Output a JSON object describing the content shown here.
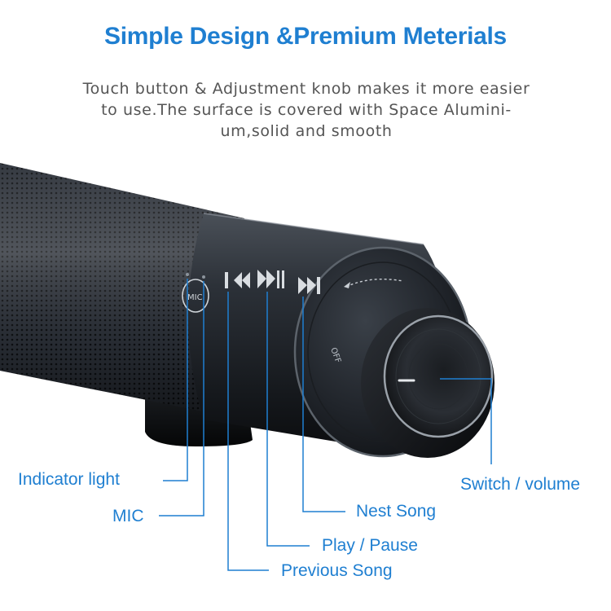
{
  "header": {
    "title": "Simple Design &Premium Meterials",
    "description": [
      "Touch button & Adjustment knob makes it more easier",
      "to use.The surface is covered with Space Alumini-",
      "um,solid and smooth"
    ]
  },
  "device": {
    "mic_mark": "MIC",
    "knob_mark": "OFF"
  },
  "callouts": {
    "indicator_light": "Indicator light",
    "mic": "MIC",
    "switch_volume": "Switch / volume",
    "next_song": "Nest Song",
    "play_pause": "Play / Pause",
    "previous_song": "Previous Song"
  },
  "colors": {
    "accent": "#1f7fd1",
    "body_text": "#555555",
    "device_dark": "#2a2f36"
  }
}
